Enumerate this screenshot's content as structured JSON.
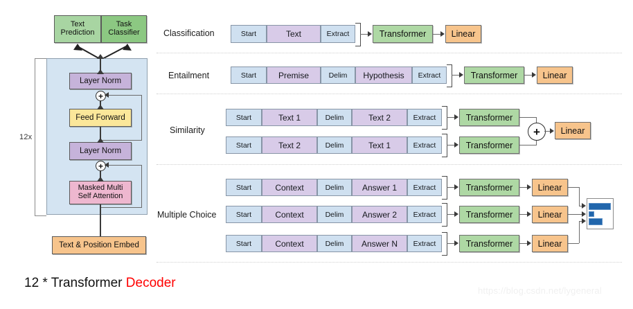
{
  "left_diagram": {
    "heads": [
      {
        "label": "Text\nPrediction",
        "color": "#a8d5a2"
      },
      {
        "label": "Task\nClassifier",
        "color": "#8cc882"
      }
    ],
    "repeat_label": "12x",
    "stack": [
      {
        "label": "Layer Norm",
        "color": "#c6b3da"
      },
      {
        "label": "Feed Forward",
        "color": "#fbe79a"
      },
      {
        "label": "Layer Norm",
        "color": "#c6b3da"
      },
      {
        "label": "Masked Multi\nSelf Attention",
        "color": "#eeb7cf"
      }
    ],
    "embedding": {
      "label": "Text & Position Embed",
      "color": "#f7c48c"
    },
    "residual_symbol": "+"
  },
  "tasks": [
    {
      "name": "Classification",
      "rows": [
        {
          "cells": [
            "Start",
            "Text",
            "Extract"
          ]
        }
      ],
      "transformer_label": "Transformer",
      "head_label": "Linear"
    },
    {
      "name": "Entailment",
      "rows": [
        {
          "cells": [
            "Start",
            "Premise",
            "Delim",
            "Hypothesis",
            "Extract"
          ]
        }
      ],
      "transformer_label": "Transformer",
      "head_label": "Linear"
    },
    {
      "name": "Similarity",
      "rows": [
        {
          "cells": [
            "Start",
            "Text 1",
            "Delim",
            "Text 2",
            "Extract"
          ]
        },
        {
          "cells": [
            "Start",
            "Text 2",
            "Delim",
            "Text 1",
            "Extract"
          ]
        }
      ],
      "transformer_label": "Transformer",
      "combine_symbol": "+",
      "head_label": "Linear"
    },
    {
      "name": "Multiple Choice",
      "rows": [
        {
          "cells": [
            "Start",
            "Context",
            "Delim",
            "Answer 1",
            "Extract"
          ]
        },
        {
          "cells": [
            "Start",
            "Context",
            "Delim",
            "Answer 2",
            "Extract"
          ]
        },
        {
          "cells": [
            "Start",
            "Context",
            "Delim",
            "Answer N",
            "Extract"
          ]
        }
      ],
      "transformer_label": "Transformer",
      "head_label": "Linear",
      "output_chart": {
        "type": "hbar",
        "values": [
          100,
          22,
          62
        ]
      }
    }
  ],
  "caption": {
    "prefix": "12 * Transformer ",
    "highlight": "Decoder"
  },
  "watermark": {
    "text": "https://blog.csdn.net/lygeneral"
  },
  "colors": {
    "green": "#a8d5a2",
    "green_dark": "#8cc882",
    "purple": "#c6b3da",
    "purple_light": "#d8cbe8",
    "yellow": "#fbe79a",
    "pink": "#eeb7cf",
    "orange": "#f7c48c",
    "blue_light": "#cfe0f0",
    "panel": "#d4e4f2",
    "bar": "#2166ac",
    "caption_highlight": "#ff0000"
  }
}
